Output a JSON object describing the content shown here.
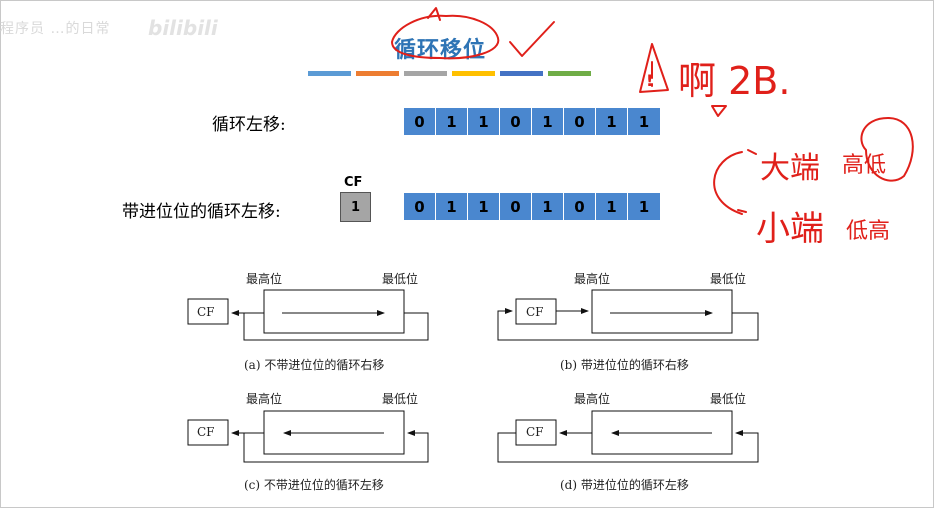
{
  "watermark": {
    "text": "程序员 …的日常",
    "logo": "bilibili"
  },
  "title": "循环移位",
  "stripes": [
    "#5b9bd5",
    "#ed7d31",
    "#a5a5a5",
    "#ffc000",
    "#4472c4",
    "#70ad47"
  ],
  "rows": [
    {
      "label": "循环左移:",
      "bits": [
        "0",
        "1",
        "1",
        "0",
        "1",
        "0",
        "1",
        "1"
      ]
    },
    {
      "label": "带进位位的循环左移:",
      "bits": [
        "0",
        "1",
        "1",
        "0",
        "1",
        "0",
        "1",
        "1"
      ]
    }
  ],
  "cf": {
    "label": "CF",
    "value": "1"
  },
  "diagrams": [
    {
      "high": "最高位",
      "low": "最低位",
      "cf": "CF",
      "caption": "(a) 不带进位位的循环右移"
    },
    {
      "high": "最高位",
      "low": "最低位",
      "cf": "CF",
      "caption": "(b) 带进位位的循环右移"
    },
    {
      "high": "最高位",
      "low": "最低位",
      "cf": "CF",
      "caption": "(c) 不带进位位的循环左移"
    },
    {
      "high": "最高位",
      "low": "最低位",
      "cf": "CF",
      "caption": "(d) 带进位位的循环左移"
    }
  ],
  "annotations": {
    "warning": "!",
    "note1": "啊 2B.",
    "big_endian": "大端",
    "big_endian_order": "高低",
    "little_endian": "小端",
    "little_endian_order": "低高",
    "ink_color": "#e0201a"
  }
}
